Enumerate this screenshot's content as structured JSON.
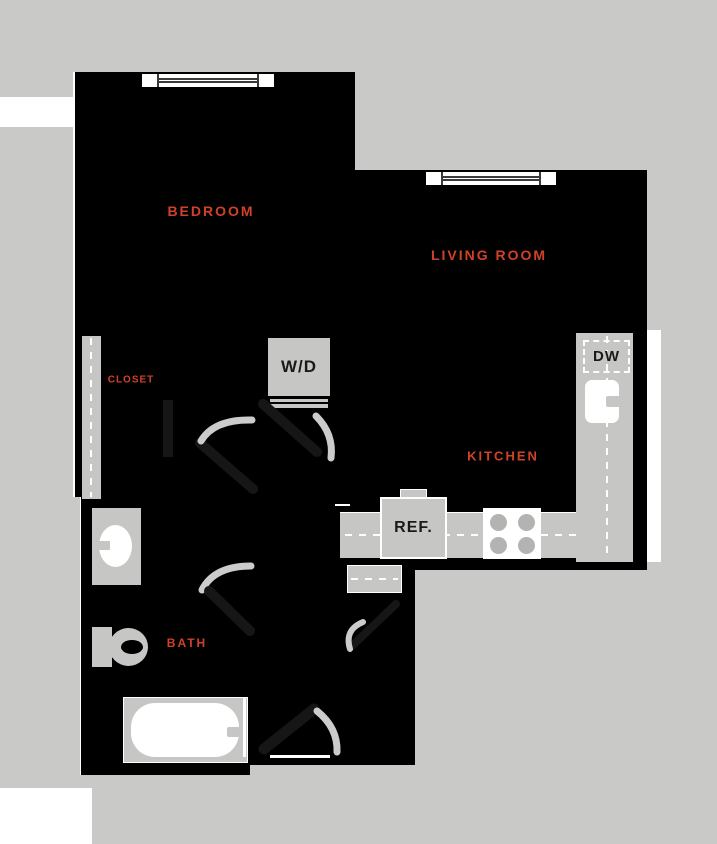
{
  "colors": {
    "background": "#c9c9c7",
    "floor": "#000000",
    "fixture": "#c6c6c4",
    "white": "#ffffff",
    "burner": "#b3b3b1",
    "door_arc": "#cccccc",
    "door_leaf": "#161616",
    "room_label": "#d04227",
    "appliance_label": "#1a1a1a"
  },
  "rooms": {
    "bedroom": {
      "label": "BEDROOM"
    },
    "living_room": {
      "label": "LIVING ROOM"
    },
    "closet": {
      "label": "CLOSET"
    },
    "kitchen": {
      "label": "KITCHEN"
    },
    "bath": {
      "label": "BATH"
    }
  },
  "appliances": {
    "washer_dryer": {
      "label": "W/D"
    },
    "dishwasher": {
      "label": "DW"
    },
    "refrigerator": {
      "label": "REF."
    }
  },
  "symbols": {
    "window": "triple-pane-window",
    "door_swing": "quarter-arc",
    "closet_rod": "dashed-centerline",
    "counter": "dashed-centerline-strip",
    "stove": "four-burner-circles",
    "sink": "rounded-white-basin",
    "toilet": "tank-and-bowl",
    "bathtub": "rounded-tub",
    "vanity": "oval-basin"
  }
}
